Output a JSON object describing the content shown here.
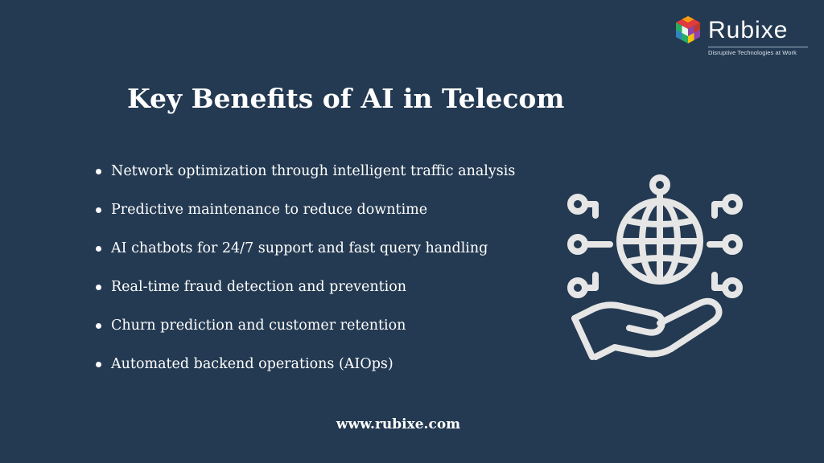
{
  "brand": {
    "name": "Rubixe",
    "tagline": "Disruptive Technologies at Work",
    "logo_colors": [
      "#e03c3c",
      "#f39c12",
      "#27ae60",
      "#2980b9",
      "#8e44ad"
    ]
  },
  "title": "Key Benefits of AI in Telecom",
  "benefits": [
    "Network optimization through intelligent traffic analysis",
    "Predictive maintenance to reduce downtime",
    "AI chatbots for 24/7 support and fast query handling",
    "Real-time fraud detection and prevention",
    "Churn prediction and customer retention",
    "Automated backend operations (AIOps)"
  ],
  "illustration": "globe-in-hand-network-icon",
  "footer": {
    "url": "www.rubixe.com"
  },
  "colors": {
    "background": "#243a52",
    "text": "#ffffff",
    "icon": "#e6e6e6"
  }
}
